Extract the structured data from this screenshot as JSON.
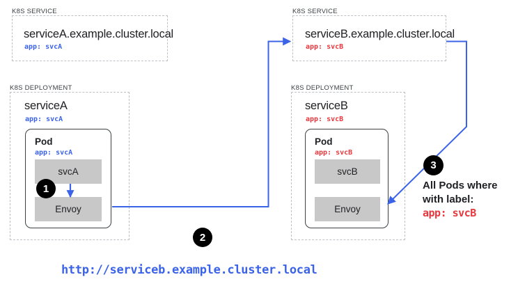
{
  "diagram": {
    "title": "Kubernetes service-to-service routing with Envoy sidecars",
    "colors": {
      "blue": "#3b63e8",
      "red": "#e8383d",
      "badge": "#000000",
      "container_gray": "#c8c8c8",
      "dashed_border": "#bdc1c6",
      "text": "#202124"
    }
  },
  "left": {
    "service_group_label": "K8S SERVICE",
    "service_fqdn": "serviceA.example.cluster.local",
    "service_selector": "app: svcA",
    "deployment_group_label": "K8S DEPLOYMENT",
    "deployment_name": "serviceA",
    "deployment_label": "app: svcA",
    "pod_title": "Pod",
    "pod_label": "app: svcA",
    "container_app": "svcA",
    "container_proxy": "Envoy"
  },
  "right": {
    "service_group_label": "K8S SERVICE",
    "service_fqdn": "serviceB.example.cluster.local",
    "service_selector": "app: svcB",
    "deployment_group_label": "K8S DEPLOYMENT",
    "deployment_name": "serviceB",
    "deployment_label": "app: svcB",
    "pod_title": "Pod",
    "pod_label": "app: svcB",
    "container_app": "svcB",
    "container_proxy": "Envoy"
  },
  "badges": {
    "one": "1",
    "two": "2",
    "three": "3"
  },
  "annotation": {
    "line1": "All Pods where",
    "line2": "with label:",
    "line3": "app: svcB"
  },
  "footer": {
    "url": "http://serviceb.example.cluster.local"
  }
}
